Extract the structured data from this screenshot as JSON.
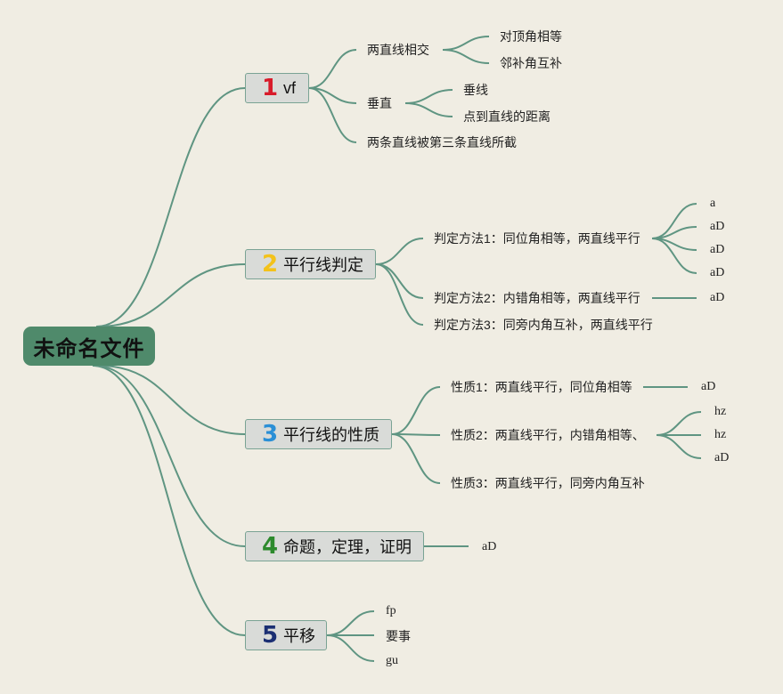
{
  "root": {
    "label": "未命名文件"
  },
  "colors": {
    "background": "#f0ede3",
    "root_fill": "#4f8a6b",
    "line": "#5f9582",
    "topic_fill": "#d9dbd8",
    "num1": "#d81b2a",
    "num2": "#f3c21a",
    "num3": "#2a8fd6",
    "num4": "#2d8a2d",
    "num5": "#1b2f73"
  },
  "branches": [
    {
      "number": "1",
      "label": "vf",
      "children": [
        {
          "label": "两直线相交",
          "children": [
            "对顶角相等",
            "邻补角互补"
          ]
        },
        {
          "label": "垂直",
          "children": [
            "垂线",
            "点到直线的距离"
          ]
        },
        {
          "label": "两条直线被第三条直线所截",
          "children": []
        }
      ]
    },
    {
      "number": "2",
      "label": "平行线判定",
      "children": [
        {
          "label": "判定方法1：同位角相等，两直线平行",
          "children": [
            "a",
            "aD",
            "aD",
            "aD"
          ]
        },
        {
          "label": "判定方法2：内错角相等，两直线平行",
          "children": [
            "aD"
          ]
        },
        {
          "label": "判定方法3：同旁内角互补，两直线平行",
          "children": []
        }
      ]
    },
    {
      "number": "3",
      "label": "平行线的性质",
      "children": [
        {
          "label": "性质1：两直线平行，同位角相等",
          "children": [
            "aD"
          ]
        },
        {
          "label": "性质2：两直线平行，内错角相等、",
          "children": [
            "hz",
            "hz",
            "aD"
          ]
        },
        {
          "label": "性质3：两直线平行，同旁内角互补",
          "children": []
        }
      ]
    },
    {
      "number": "4",
      "label": "命题，定理，证明",
      "children": [
        {
          "label": "aD",
          "children": []
        }
      ]
    },
    {
      "number": "5",
      "label": "平移",
      "children": [
        {
          "label": "fp",
          "children": []
        },
        {
          "label": "要事",
          "children": []
        },
        {
          "label": "gu",
          "children": []
        }
      ]
    }
  ]
}
